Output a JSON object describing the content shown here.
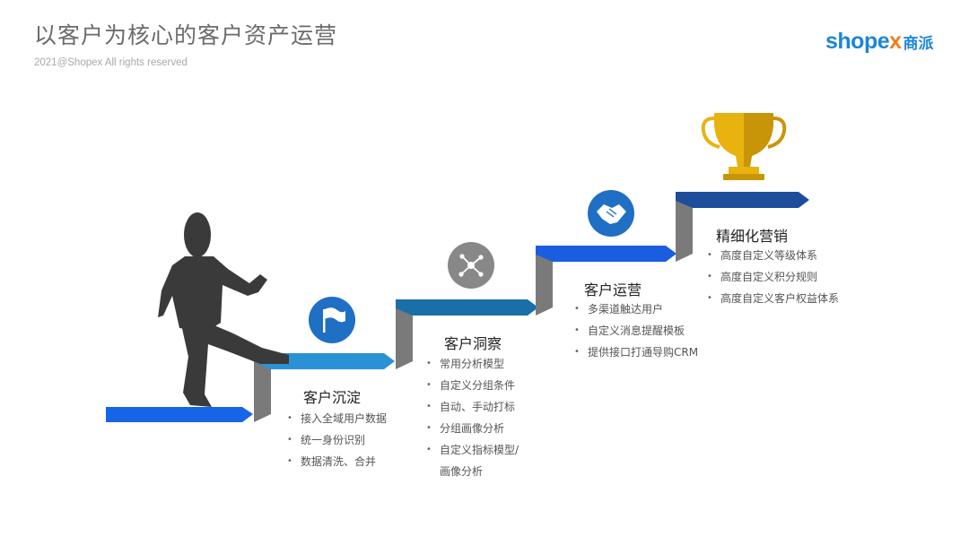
{
  "header": {
    "title": "以客户为核心的客户资产运营",
    "copyright": "2021@Shopex All rights reserved"
  },
  "logo": {
    "brand_main": "shope",
    "brand_x": "x",
    "brand_cn": "商派"
  },
  "colors": {
    "step1": "#1565e6",
    "step2": "#2a92d4",
    "step3": "#1a6fa8",
    "step4": "#1a5de0",
    "step5": "#1c4e9c",
    "riser": "#7a7a7a",
    "icon_bg": "#1f6fc4",
    "icon_gray": "#888888",
    "trophy": "#e8b30f"
  },
  "steps": [
    {
      "title": "客户沉淀",
      "icon": "flag-icon",
      "items": [
        "接入全域用户数据",
        "统一身份识别",
        "数据清洗、合并"
      ]
    },
    {
      "title": "客户洞察",
      "icon": "network-icon",
      "items": [
        "常用分析模型",
        "自定义分组条件",
        "自动、手动打标",
        "分组画像分析",
        "自定义指标模型/",
        "画像分析"
      ]
    },
    {
      "title": "客户运营",
      "icon": "handshake-icon",
      "items": [
        "多渠道触达用户",
        "自定义消息提醒模板",
        "提供接口打通导购CRM"
      ]
    },
    {
      "title": "精细化营销",
      "icon": "trophy-icon",
      "items": [
        "高度自定义等级体系",
        "高度自定义积分规则",
        "高度自定义客户权益体系"
      ]
    }
  ]
}
